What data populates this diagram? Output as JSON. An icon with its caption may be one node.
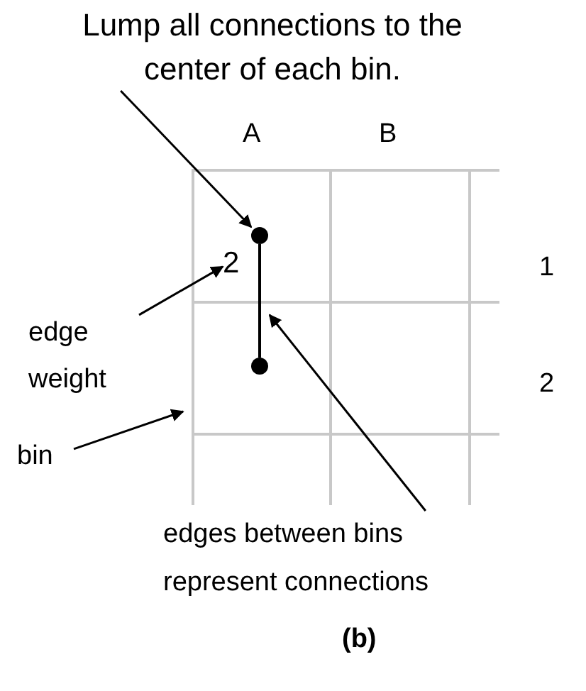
{
  "diagram": {
    "nodes": [
      {
        "text": [
          "Lump all connections to the center of each bin."
        ]
      },
      {
        "text": [],
        "shape": "circle"
      },
      {
        "text": [],
        "shape": "circle"
      },
      {
        "text": [
          "2"
        ]
      },
      {
        "text": [
          "edge weight"
        ]
      },
      {
        "text": [
          "bin"
        ]
      },
      {
        "text": [
          "edges between bins represent connections"
        ]
      }
    ],
    "edges": [
      {
        "from": 0,
        "to": 1,
        "arrow": "to"
      },
      {
        "from": 1,
        "to": 2,
        "arrow": "none"
      },
      {
        "from": 4,
        "to": 3,
        "arrow": "to"
      },
      {
        "from": 5,
        "to": null,
        "arrow": "to"
      },
      {
        "from": 6,
        "to": null,
        "arrow": "to"
      }
    ],
    "labels": [
      "A",
      "B",
      "1",
      "2",
      "(b)"
    ]
  }
}
